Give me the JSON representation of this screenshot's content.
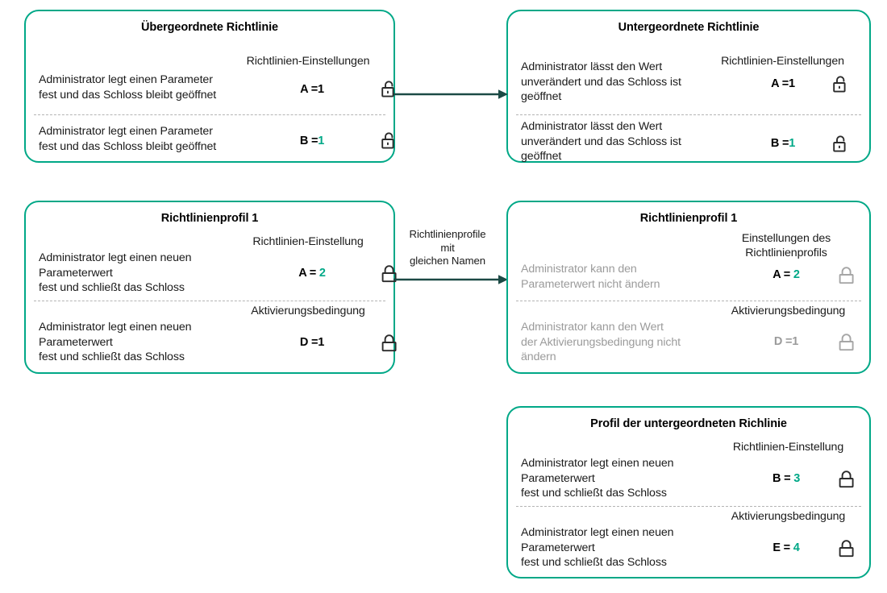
{
  "accent": "#00a887",
  "arrow_color": "#1c4a45",
  "muted_color": "#9b9b9b",
  "boxes": {
    "parent_policy": {
      "title": "Übergeordnete\nRichtlinie",
      "column_header": "Richtlinien-Einstellungen",
      "rows": [
        {
          "description": "Administrator legt einen Parameter\nfest und das Schloss bleibt geöffnet",
          "key": "A",
          "equals": "=",
          "value": "1",
          "value_accent": false,
          "lock": "unlocked-icon",
          "lock_state": "open"
        },
        {
          "description": "Administrator legt einen Parameter\nfest und das Schloss bleibt geöffnet",
          "key": "B",
          "equals": "=",
          "value": "1",
          "value_accent": true,
          "lock": "unlocked-icon",
          "lock_state": "open"
        }
      ]
    },
    "child_policy": {
      "title": "Untergeordnete\nRichtlinie",
      "column_header": "Richtlinien-Einstellungen",
      "rows": [
        {
          "description": "Administrator lässt den Wert\nunverändert und das Schloss ist\ngeöffnet",
          "key": "A",
          "equals": "=",
          "value": "1",
          "value_accent": false,
          "lock": "unlocked-icon",
          "lock_state": "open"
        },
        {
          "description": "Administrator lässt den Wert\nunverändert und das Schloss ist\ngeöffnet",
          "key": "B",
          "equals": "=",
          "value": "1",
          "value_accent": true,
          "lock": "unlocked-icon",
          "lock_state": "open"
        }
      ]
    },
    "policy_profile_left": {
      "title": "Richtlinienprofil 1",
      "rows": [
        {
          "column_header": "Richtlinien-Einstellung",
          "description": "Administrator legt einen neuen\nParameterwert\nfest und schließt das Schloss",
          "key": "A",
          "equals": "=",
          "value": "2",
          "value_accent": true,
          "lock": "locked-icon",
          "lock_state": "closed"
        },
        {
          "column_header": "Aktivierungsbedingung",
          "description": "Administrator legt einen neuen\nParameterwert\nfest und schließt das Schloss",
          "key": "D",
          "equals": "=",
          "value": "1",
          "value_accent": false,
          "lock": "locked-icon",
          "lock_state": "closed"
        }
      ]
    },
    "policy_profile_right": {
      "title": "Richtlinienprofil 1",
      "rows": [
        {
          "column_header": "Einstellungen des\nRichtlinienprofils",
          "description": "Administrator kann den\nParameterwert nicht ändern",
          "key": "A",
          "equals": "=",
          "value": "2",
          "value_accent": true,
          "lock": "locked-icon",
          "lock_state": "closed",
          "disabled": true
        },
        {
          "column_header": "Aktivierungsbedingung",
          "description": "Administrator kann den Wert\nder Aktivierungsbedingung nicht\nändern",
          "key": "D",
          "equals": "=",
          "value": "1",
          "value_accent": false,
          "lock": "locked-icon",
          "lock_state": "closed",
          "disabled": true
        }
      ]
    },
    "child_policy_profile": {
      "title": "Profil der untergeordneten Richlinie",
      "rows": [
        {
          "column_header": "Richtlinien-Einstellung",
          "description": "Administrator legt einen neuen\nParameterwert\nfest und schließt das Schloss",
          "key": "B",
          "equals": "=",
          "value": "3",
          "value_accent": true,
          "lock": "locked-icon",
          "lock_state": "closed"
        },
        {
          "column_header": "Aktivierungsbedingung",
          "description": "Administrator legt einen neuen\nParameterwert\nfest und schließt das Schloss",
          "key": "E",
          "equals": "=",
          "value": "4",
          "value_accent": true,
          "lock": "locked-icon",
          "lock_state": "closed"
        }
      ]
    }
  },
  "arrows": [
    {
      "name": "arrow-parent-to-child",
      "label": ""
    },
    {
      "name": "arrow-profile-to-profile",
      "label": "Richtlinienprofile\nmit\ngleichen Namen"
    }
  ]
}
